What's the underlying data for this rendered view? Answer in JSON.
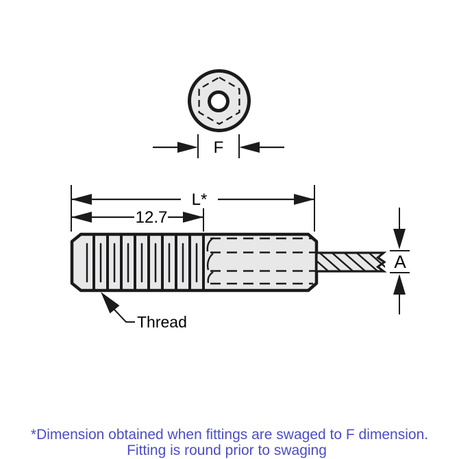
{
  "drawing": {
    "title_hint": "swage stud technical drawing",
    "top_view": {
      "dim_label": "F"
    },
    "side_view": {
      "overall_length_label": "L*",
      "thread_length_value": "12.7",
      "thread_callout_label": "Thread",
      "cable_diameter_label": "A"
    },
    "footnote": {
      "line1": "*Dimension obtained when fittings are swaged to F dimension.",
      "line2": "Fitting is round prior to swaging"
    },
    "colors": {
      "line": "#1b1b1d",
      "fill": "#e8e8e9",
      "note_text": "#4c4dc3",
      "background": "#ffffff"
    }
  }
}
